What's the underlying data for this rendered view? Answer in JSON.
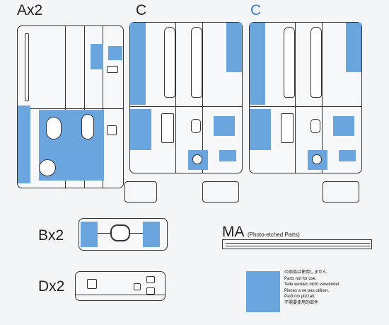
{
  "sprues": {
    "a": {
      "label": "Ax2"
    },
    "c1": {
      "label": "C"
    },
    "c2": {
      "label": "C"
    },
    "b": {
      "label": "Bx2"
    },
    "d": {
      "label": "Dx2"
    },
    "ma": {
      "label": "MA",
      "sublabel": "(Photo-etched Parts)"
    }
  },
  "legend": {
    "lines": [
      "の部品は使用しません",
      "Parts not for use.",
      "Teile werden nicht verwendet.",
      "Pieces a ne pas utiliser.",
      "Parti nin μlizzati.",
      "不需要使用的部件"
    ]
  },
  "colors": {
    "not_for_use": "#6aa6dd",
    "outline": "#333333",
    "label_blue": "#3a7fd0"
  }
}
